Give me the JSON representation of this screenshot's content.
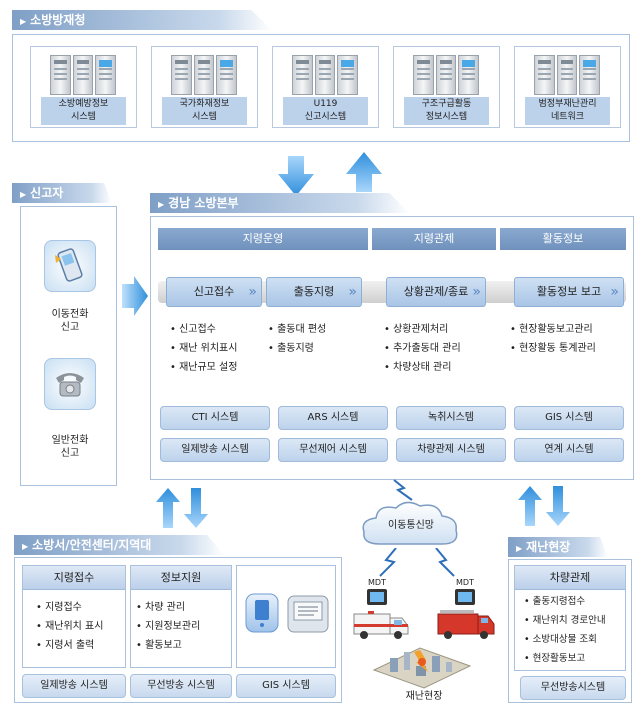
{
  "top_section": {
    "title": "소방방재청",
    "systems": [
      {
        "label": "소방예방정보\n시스템"
      },
      {
        "label": "국가화재정보\n시스템"
      },
      {
        "label": "U119\n신고시스템"
      },
      {
        "label": "구조구급활동\n정보시스템"
      },
      {
        "label": "범정부재난관리\n네트워크"
      }
    ]
  },
  "reporter": {
    "title": "신고자",
    "items": [
      {
        "label": "이동전화\n신고",
        "icon": "mobile-phone-icon"
      },
      {
        "label": "일반전화\n신고",
        "icon": "landline-phone-icon"
      }
    ]
  },
  "hq": {
    "title": "경남 소방본부",
    "columns": [
      {
        "header": "지령운영"
      },
      {
        "header": "지령관제"
      },
      {
        "header": "활동정보"
      }
    ],
    "steps": [
      "신고접수",
      "출동지령",
      "상황관제/종료",
      "활동정보 보고"
    ],
    "bullets": {
      "receive": [
        "신고접수",
        "재난 위치표시",
        "재난규모 설정"
      ],
      "dispatch": [
        "출동대 편성",
        "출동지령"
      ],
      "control": [
        "상황관제처리",
        "추가출동대 관리",
        "차량상태 관리"
      ],
      "report": [
        "현장활동보고관리",
        "현장활동 통계관리"
      ]
    },
    "systems_row1": [
      "CTI 시스템",
      "ARS 시스템",
      "녹취시스템",
      "GIS 시스템"
    ],
    "systems_row2": [
      "일제방송 시스템",
      "무선제어 시스템",
      "차량관제 시스템",
      "연계 시스템"
    ]
  },
  "station": {
    "title": "소방서/안전센터/지역대",
    "panels": [
      {
        "header": "지령접수",
        "items": [
          "지령접수",
          "재난위치 표시",
          "지령서 출력"
        ],
        "footer": "일제방송 시스템"
      },
      {
        "header": "정보지원",
        "items": [
          "차량 관리",
          "지원정보관리",
          "활동보고"
        ],
        "footer": "무선방송 시스템"
      },
      {
        "header": "",
        "items": [],
        "footer": "GIS 시스템"
      }
    ]
  },
  "network": {
    "cloud_label": "이동통신망",
    "mdt_left": "MDT",
    "mdt_right": "MDT",
    "scene_label": "재난현장"
  },
  "field": {
    "title": "재난현장",
    "header": "차량관제",
    "items": [
      "출동지령접수",
      "재난위치 경로안내",
      "소방대상물 조회",
      "현장활동보고"
    ],
    "footer": "무선방송시스템"
  },
  "colors": {
    "accent": "#7f9fc6",
    "frame": "#a9c1dc",
    "arrow": "#3f9be2"
  }
}
